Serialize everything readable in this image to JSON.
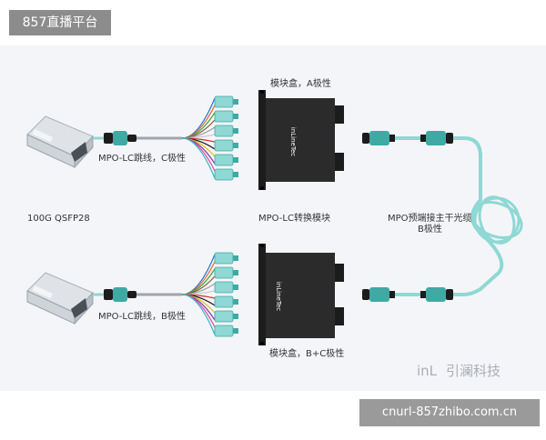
{
  "watermark_top": "857直播平台",
  "watermark_bottom": "cnurl-857zhibo.com.cn",
  "labels": {
    "module_a": "模块盒，A极性",
    "module_bc": "模块盒，B+C极性",
    "mpo_lc_c": "MPO-LC跳线，C极性",
    "mpo_lc_b": "MPO-LC跳线，B极性",
    "qsfp": "100G QSFP28",
    "module_convert": "MPO-LC转换模块",
    "trunk_line1": "MPO预端接主干光缆",
    "trunk_line2": "B极性"
  },
  "device_brand": "inLineTec",
  "logo": {
    "prefix": "inL",
    "name": "引澜科技"
  },
  "colors": {
    "panel_bg": "#f4f5f8",
    "aqua_cable": "#8fd8d4",
    "aqua_dark": "#3fa9a4",
    "module_body": "#2b2b2b",
    "connector": "#1c1c1c",
    "text": "#333333",
    "fanout": [
      "#2f6fd1",
      "#e06a22",
      "#3aa24a",
      "#8a5a2b",
      "#9aa0a6",
      "#ffffff",
      "#d62c2c",
      "#1b1b1b",
      "#e2c021",
      "#7b3fb0",
      "#e04c9a",
      "#34b8c9"
    ]
  }
}
